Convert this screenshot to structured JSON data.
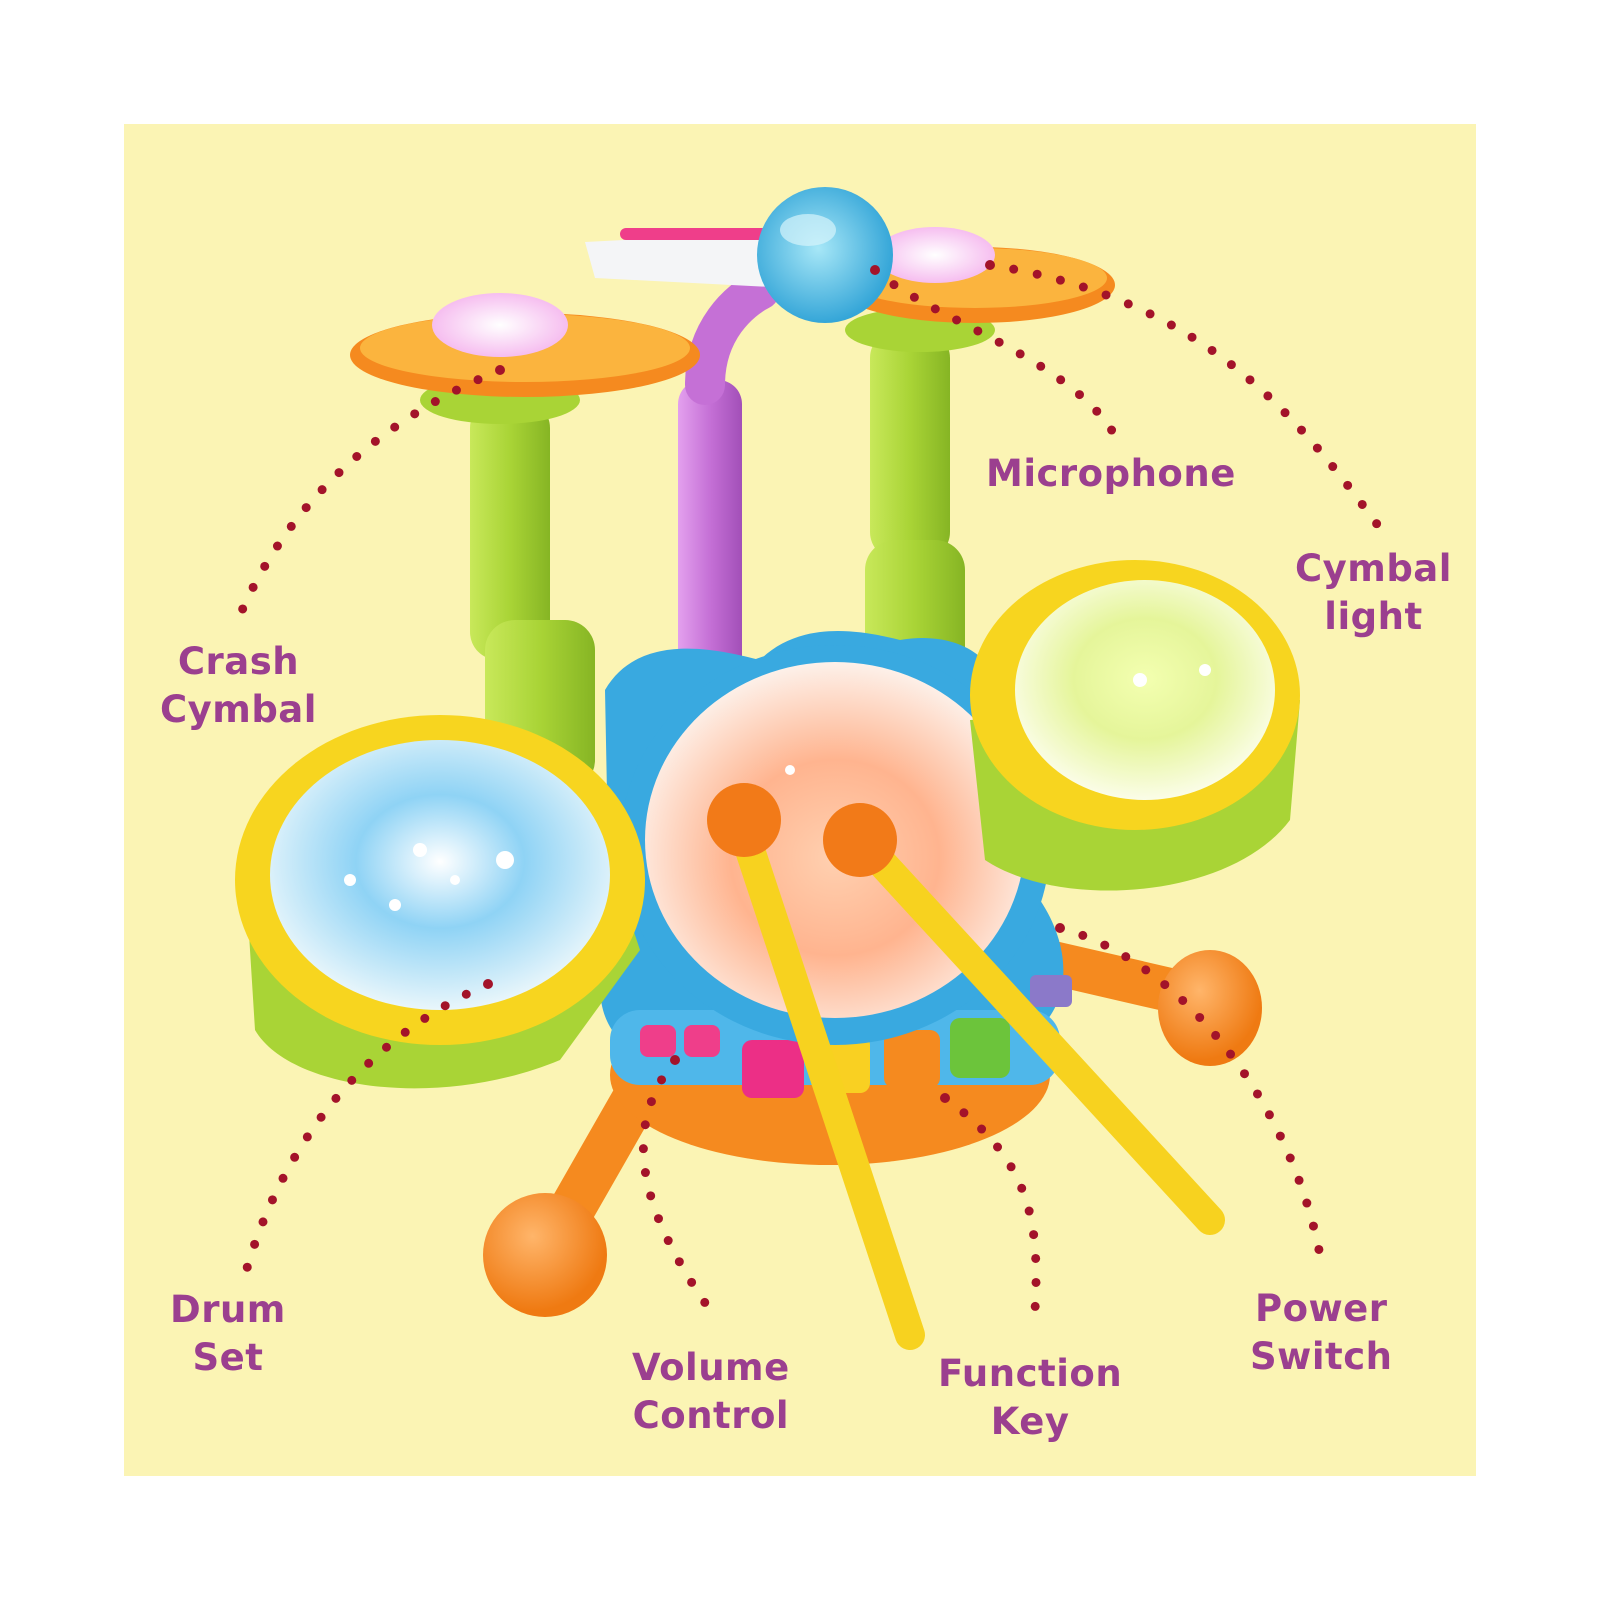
{
  "colors": {
    "background": "#fbf4b4",
    "label_text": "#9b3f8f",
    "dotted_line": "#a3132a",
    "orange": "#f58a1f",
    "lime": "#a9d436",
    "yellow": "#f7d51f",
    "blue": "#39a9e0",
    "purple": "#c570d6"
  },
  "labels": {
    "microphone": "Microphone",
    "cymbal_light_1": "Cymbal",
    "cymbal_light_2": "light",
    "crash_cymbal_1": "Crash",
    "crash_cymbal_2": "Cymbal",
    "drum_set_1": "Drum",
    "drum_set_2": "Set",
    "volume_control_1": "Volume",
    "volume_control_2": "Control",
    "function_key_1": "Function",
    "function_key_2": "Key",
    "power_switch_1": "Power",
    "power_switch_2": "Switch"
  }
}
